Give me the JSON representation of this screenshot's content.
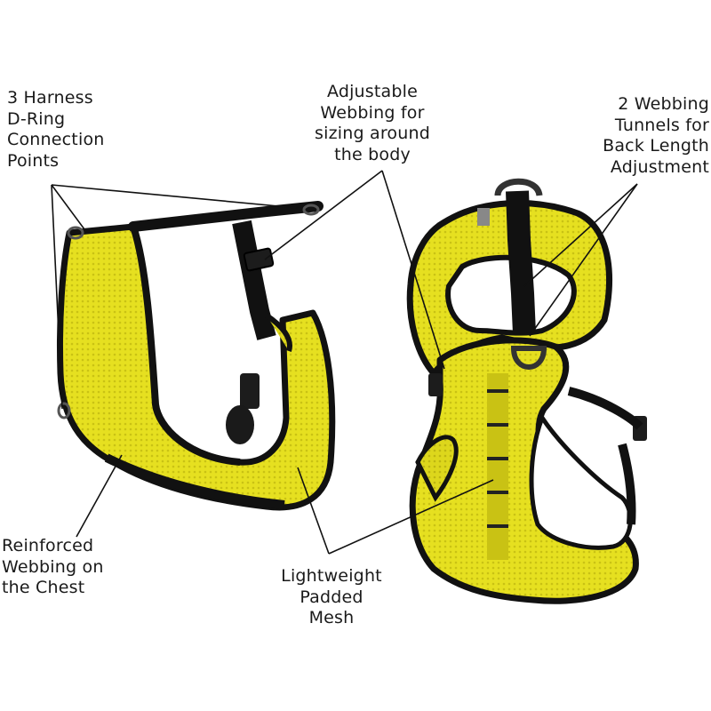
{
  "callouts": {
    "d_ring": "3 Harness\nD-Ring\nConnection\nPoints",
    "adjustable_webbing": "Adjustable\nWebbing for\nsizing around\nthe body",
    "webbing_tunnels": "2 Webbing\nTunnels for\nBack Length\nAdjustment",
    "reinforced_webbing": "Reinforced\nWebbing on\nthe Chest",
    "padded_mesh": "Lightweight\nPadded\nMesh"
  },
  "colors": {
    "mesh_yellow": "#e6e020",
    "mesh_shadow": "#b8b010",
    "webbing_black": "#111111",
    "background": "#ffffff",
    "leader_line": "#111111"
  },
  "icons": {
    "product_left": "harness-side-view",
    "product_right": "harness-back-view",
    "hardware": "d-ring"
  }
}
